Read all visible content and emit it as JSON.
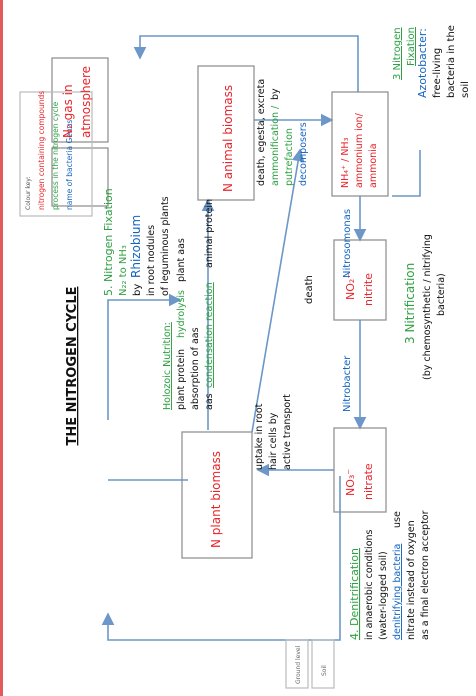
{
  "title": "THE NITROGEN CYCLE",
  "colour_key": {
    "heading": "Colour key:",
    "lines": [
      "nitrogen containing compounds",
      "process in the nitrogen cycle",
      "name of bacteria Genus"
    ],
    "colors": [
      "#e8252b",
      "#2ea043",
      "#1565c0"
    ]
  },
  "colors": {
    "red": "#e8252b",
    "green": "#2ea043",
    "blue": "#1565c0",
    "black": "#111111",
    "arrow": "#6c97c8"
  },
  "n2_atmosphere": [
    "N₂ gas in",
    "atmosphere"
  ],
  "fixation_1": {
    "title": "5. Nitrogen Fixation",
    "sub": "N₂₂ to NH₃",
    "by": "by",
    "genus": "Rhizobium",
    "lines": [
      "in root nodules",
      "of leguminous plants"
    ]
  },
  "plant_biomass": "N plant biomass",
  "holozoic": {
    "title": "Holozoic Nutrition:",
    "l1_a": "plant protein",
    "l1_proc": "hydrolysis",
    "l1_b": "plant aas",
    "l2": "absorption of aas",
    "l3_a": "aas",
    "l3_proc": "condensation reaction",
    "l3_b": "animal protein"
  },
  "uptake": [
    "uptake in root",
    "hair cells by",
    "active transport"
  ],
  "animal_biomass": "N animal biomass",
  "death_excreta": [
    "death, egesta, excreta"
  ],
  "ammonification": [
    "ammonification /",
    "putrefaction"
  ],
  "by_decomposers": [
    "by",
    "decomposers"
  ],
  "ammonium_box": [
    "NH₄⁺ / NH₃",
    "ammonium ion/",
    "ammonia"
  ],
  "fixation_3": {
    "title": [
      "3 Nitrogen",
      "Fixation"
    ],
    "genus": "Azotobacter:",
    "lines": [
      "free-living",
      "bacteria in the",
      "soil"
    ]
  },
  "death": "death",
  "nitrite_box": [
    "NO₂⁻",
    "nitrite"
  ],
  "nitrosomonas": "Nitrosomonas",
  "nitrate_box": [
    "NO₃⁻",
    "nitrate"
  ],
  "nitrobacter": "Nitrobacter",
  "nitrification": {
    "title": "3 Nitrification",
    "lines": [
      "(by chemosynthetic / nitrifying",
      "bacteria)"
    ]
  },
  "denitrification": {
    "title": "4. Denitrification",
    "lines": [
      "in anaerobic conditions",
      "(water-logged soil)"
    ],
    "genus": "denitrifying bacteria",
    "genus_tail": "use",
    "lines2": [
      "nitrate instead of oxygen",
      "as a final electron acceptor"
    ]
  },
  "ground_level": "Ground level",
  "soil": "Soil"
}
